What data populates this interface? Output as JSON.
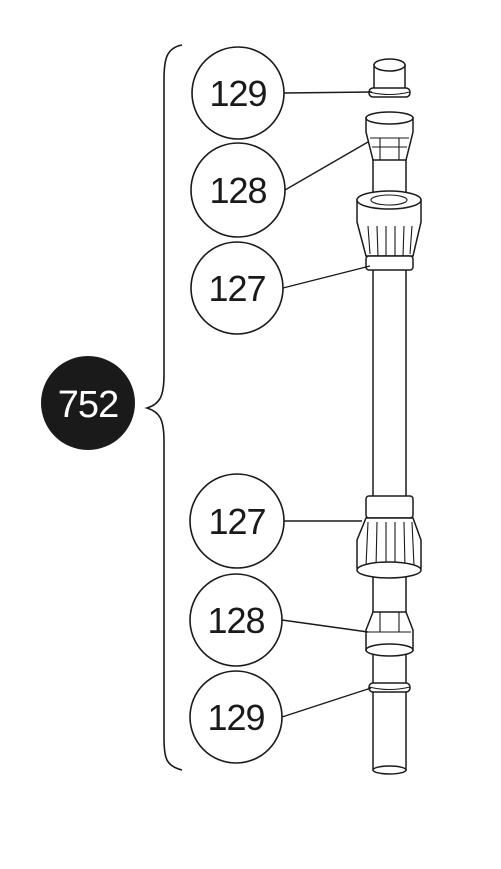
{
  "assembly": {
    "number": "752",
    "color": "#1a1a1a"
  },
  "callouts": [
    {
      "id": "top-o-ring",
      "label": "129"
    },
    {
      "id": "top-collet",
      "label": "128"
    },
    {
      "id": "top-nut",
      "label": "127"
    },
    {
      "id": "bottom-nut",
      "label": "127"
    },
    {
      "id": "bottom-collet",
      "label": "128"
    },
    {
      "id": "bottom-o-ring",
      "label": "129"
    }
  ]
}
